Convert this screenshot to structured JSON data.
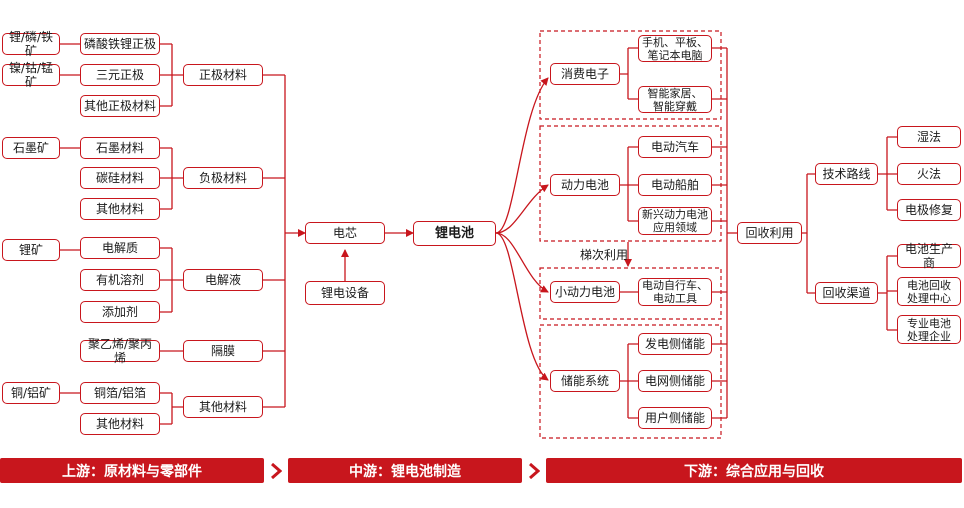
{
  "nodes": {
    "ore_lfp": "锂/磷/铁矿",
    "ore_nicomn": "镍/钴/锰矿",
    "ore_graphite": "石墨矿",
    "ore_lithium": "锂矿",
    "ore_cual": "铜/铝矿",
    "mat_lfp": "磷酸铁锂正极",
    "mat_ternary": "三元正极",
    "mat_other_cathode": "其他正极材料",
    "mat_graphite": "石墨材料",
    "mat_sic": "碳硅材料",
    "mat_other": "其他材料",
    "mat_electrolyte": "电解质",
    "mat_solvent": "有机溶剂",
    "mat_additive": "添加剂",
    "mat_pe_pp": "聚乙烯/聚丙烯",
    "mat_foil": "铜箔/铝箔",
    "mat_other2": "其他材料",
    "cathode": "正极材料",
    "anode": "负极材料",
    "electrolyte": "电解液",
    "separator": "隔膜",
    "other_materials": "其他材料",
    "cell": "电芯",
    "equipment": "锂电设备",
    "battery": "锂电池",
    "consumer": "消费电子",
    "phone": "手机、平板、\n笔记本电脑",
    "smarthome": "智能家居、\n智能穿戴",
    "power": "动力电池",
    "ev": "电动汽车",
    "boat": "电动船舶",
    "newpower": "新兴动力电池\n应用领域",
    "small_power": "小动力电池",
    "ebike": "电动自行车、\n电动工具",
    "storage": "储能系统",
    "gen_side": "发电侧储能",
    "grid_side": "电网侧储能",
    "user_side": "用户侧储能",
    "recycle": "回收利用",
    "tech_route": "技术路线",
    "channel": "回收渠道",
    "wet": "湿法",
    "fire": "火法",
    "repair": "电极修复",
    "maker": "电池生产商",
    "center": "电池回收\n处理中心",
    "firm": "专业电池\n处理企业"
  },
  "labels": {
    "cascade": "梯次利用"
  },
  "banners": {
    "upstream": "上游：原材料与零部件",
    "midstream": "中游：锂电池制造",
    "downstream": "下游：综合应用与回收"
  },
  "icons": {
    "separator": "chevron-right-icon"
  },
  "colors": {
    "accent": "#c8161d",
    "text": "#1a1a1a",
    "background": "#ffffff"
  }
}
